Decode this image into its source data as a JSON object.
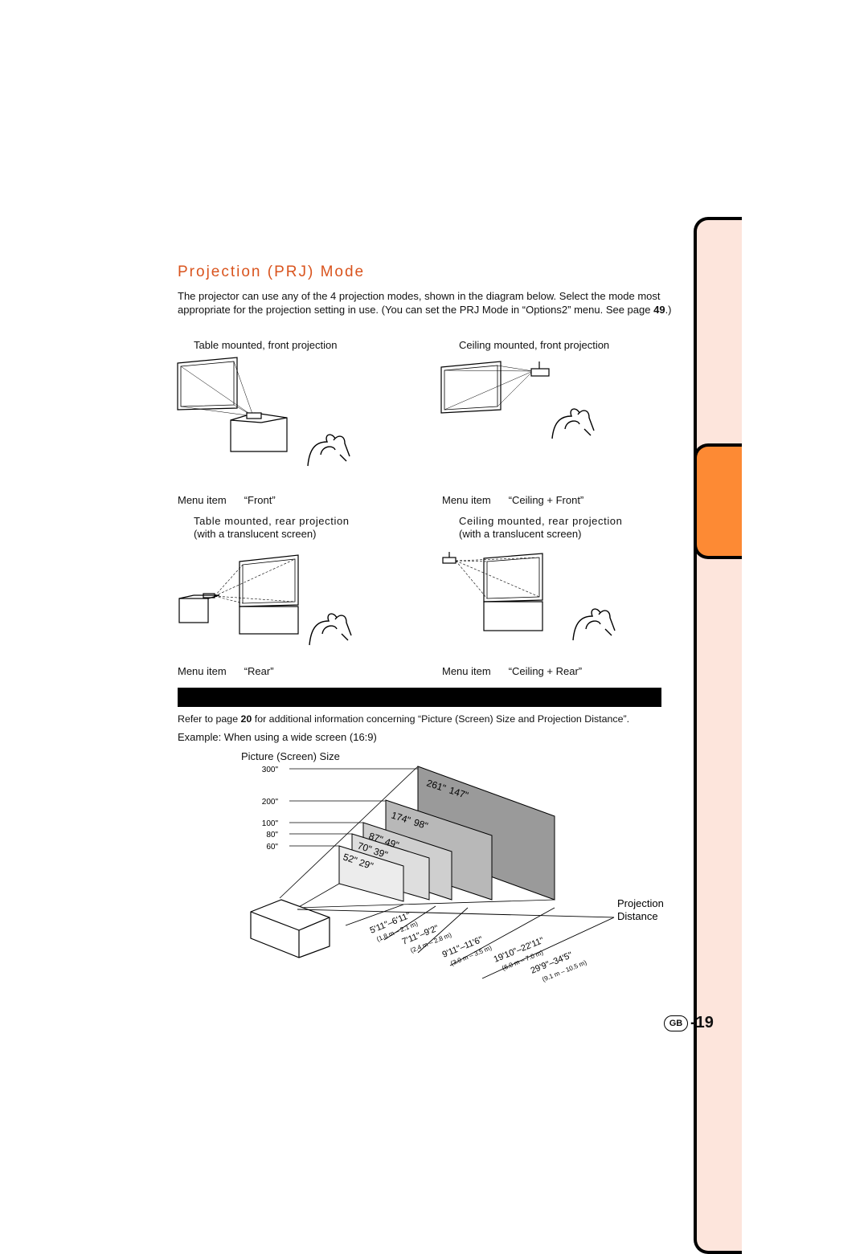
{
  "title": "Projection (PRJ) Mode",
  "intro": {
    "text_before": "The projector can use any of the 4 projection modes, shown in the diagram below. Select the mode most appropriate for the projection setting in use. (You can set the PRJ Mode in “Options2” menu. See page ",
    "page_ref": "49",
    "text_after": ".)"
  },
  "modes": [
    {
      "caption": "Table mounted, front projection",
      "caption2": "",
      "menu_label": "Menu item",
      "menu_value": "“Front”"
    },
    {
      "caption": "Ceiling mounted, front projection",
      "caption2": "",
      "menu_label": "Menu item",
      "menu_value": "“Ceiling + Front”"
    },
    {
      "caption": "Table mounted, rear projection",
      "caption2": "(with a translucent screen)",
      "menu_label": "Menu item",
      "menu_value": "“Rear”"
    },
    {
      "caption": "Ceiling mounted, rear projection",
      "caption2": "(with a translucent screen)",
      "menu_label": "Menu item",
      "menu_value": "“Ceiling + Rear”"
    }
  ],
  "reference": {
    "text_before": "Refer to page ",
    "page_ref": "20",
    "text_after": " for additional information concerning “Picture (Screen) Size and Projection Distance”."
  },
  "example": "Example: When using a wide screen (16:9)",
  "diagram": {
    "size_label": "Picture (Screen) Size",
    "distance_label_1": "Projection",
    "distance_label_2": "Distance",
    "sizes": [
      "300\"",
      "200\"",
      "100\"",
      "80\"",
      "60\""
    ],
    "screen_dims": [
      {
        "w": "261\"",
        "h": "147\""
      },
      {
        "w": "174\"",
        "h": "98\""
      },
      {
        "w": "87\"",
        "h": "49\""
      },
      {
        "w": "70\"",
        "h": "39\""
      },
      {
        "w": "52\"",
        "h": "29\""
      }
    ],
    "distances": [
      {
        "ft": "5'11\"–6'11\"",
        "m": "(1.8 m – 2.1 m)"
      },
      {
        "ft": "7'11\"–9'2\"",
        "m": "(2.4 m – 2.8 m)"
      },
      {
        "ft": "9'11\"–11'6\"",
        "m": "(3.0 m – 3.5 m)"
      },
      {
        "ft": "19'10\"–22'11\"",
        "m": "(6.0 m – 7.0 m)"
      },
      {
        "ft": "29'9\"–34'5\"",
        "m": "(9.1 m – 10.5 m)"
      }
    ]
  },
  "page_number": {
    "badge": "GB",
    "number": "-19"
  },
  "colors": {
    "title": "#d9541e",
    "side_tab": "#fde5dc",
    "side_tab_active": "#fd8a34"
  }
}
